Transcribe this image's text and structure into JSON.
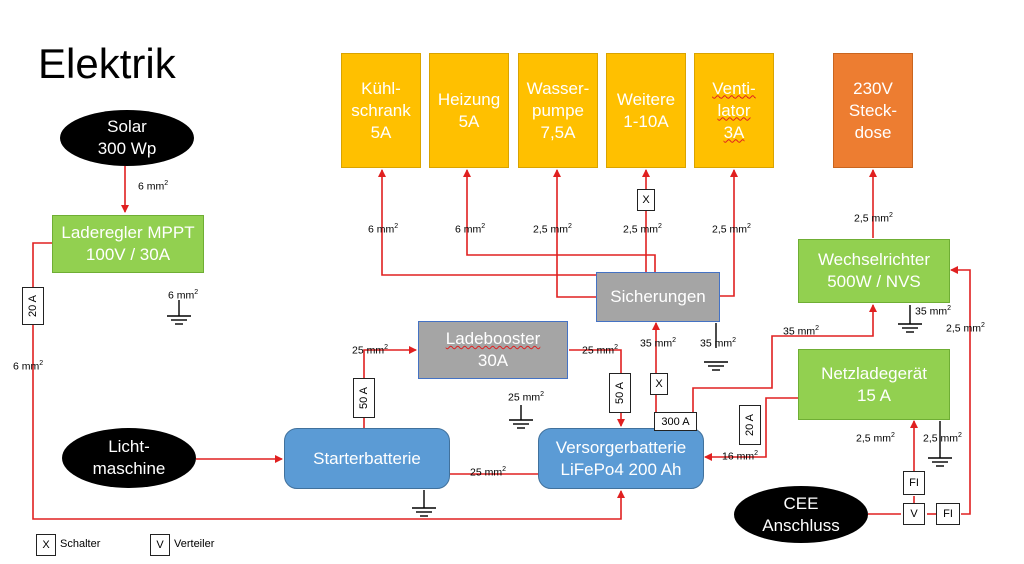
{
  "title": "Elektrik",
  "nodes": {
    "kuehlschrank": "Kühl-\nschrank\n5A",
    "heizung": "Heizung\n5A",
    "wasserpumpe": "Wasser-\npumpe\n7,5A",
    "weitere": "Weitere\n1-10A",
    "ventilator": "Venti-\nlator\n3A",
    "steckdose": "230V\nSteck-\ndose",
    "solar": "Solar\n300 Wp",
    "laderegler": "Laderegler MPPT\n100V / 30A",
    "ladebooster_name": "Ladebooster",
    "ladebooster_rating": "30A",
    "sicherungen": "Sicherungen",
    "wechselrichter": "Wechselrichter\n500W / NVS",
    "netzladegeraet": "Netzladegerät\n15 A",
    "lichtmaschine": "Licht-\nmaschine",
    "starterbatterie": "Starterbatterie",
    "versorgerbatterie": "Versorgerbatterie\nLiFePo4 200 Ah",
    "cee": "CEE\nAnschluss"
  },
  "tags": {
    "x_weitere": "X",
    "x_sicherungen": "X",
    "t20a_left": "20 A",
    "t50a_left": "50 A",
    "t50a_right": "50 A",
    "t300a": "300 A",
    "t20a_right": "20 A",
    "fi_upper": "FI",
    "v_cee": "V",
    "fi_right": "FI"
  },
  "cables": {
    "c6_solar": "6 mm",
    "c6_ground_lr": "6 mm",
    "c6_left": "6 mm",
    "c6_kuehl": "6 mm",
    "c6_heiz": "6 mm",
    "c25_pumpe": "2,5 mm",
    "c25_weitere": "2,5 mm",
    "c25_venti": "2,5 mm",
    "c25_steckdose": "2,5 mm",
    "c25_booster_l": "25 mm",
    "c25_booster_r": "25 mm",
    "c25_booster_gnd": "25 mm",
    "c35_sich": "35 mm",
    "c35_sich_gnd": "35 mm",
    "c35_wr": "35 mm",
    "c35_wr_gnd": "35 mm",
    "c25_wr_right": "2,5 mm",
    "c25_batts": "25 mm",
    "c16_vers": "16 mm",
    "c25_nlg": "2,5 mm",
    "c25_nlg_gnd": "2,5 mm",
    "sup": "2"
  },
  "legend": {
    "x_symbol": "X",
    "x_text": "Schalter",
    "v_symbol": "V",
    "v_text": "Verteiler"
  },
  "colors": {
    "wire": "#e02020",
    "ground": "#000000",
    "consumer": "#ffc000",
    "outlet": "#ed7d31",
    "charger": "#92d050",
    "booster": "#a5a5a5",
    "battery": "#5b9bd5"
  }
}
